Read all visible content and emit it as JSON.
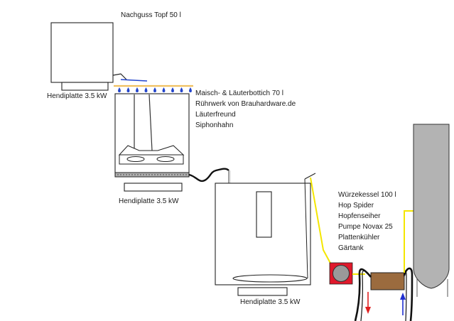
{
  "pot": {
    "label": "Nachguss Topf 50 l"
  },
  "hotplate_top": {
    "label": "Hendiplatte 3.5 kW"
  },
  "mash_tun": {
    "lines": [
      "Maisch- & Läuterbottich 70 l",
      "Rührwerk von Brauhardware.de",
      "Läuterfreund",
      "Siphonhahn"
    ]
  },
  "hotplate_middle": {
    "label": "Hendiplatte 3.5 kW"
  },
  "kettle": {
    "lines": [
      "Würzekessel 100 l",
      "Hop Spider",
      "Hopfenseiher",
      "Pumpe Novax 25",
      "Plattenkühler",
      "Gärtank"
    ]
  },
  "hotplate_bottom": {
    "label": "Hendiplatte 3.5 kW"
  },
  "colors": {
    "outline": "#222222",
    "sparge": "#2244cc",
    "spray_bar": "#f0c060",
    "wort_line": "#f4e600",
    "pump_housing": "#e0182b",
    "pump_body": "#9a9a9a",
    "chiller": "#9b6b3e",
    "fermenter": "#b3b3b3",
    "flow_out": "#e02020",
    "flow_in": "#1f2fd0"
  },
  "icons": [
    "pump-icon",
    "plate-chiller-icon",
    "flow-arrow-down-icon",
    "flow-arrow-up-icon"
  ]
}
